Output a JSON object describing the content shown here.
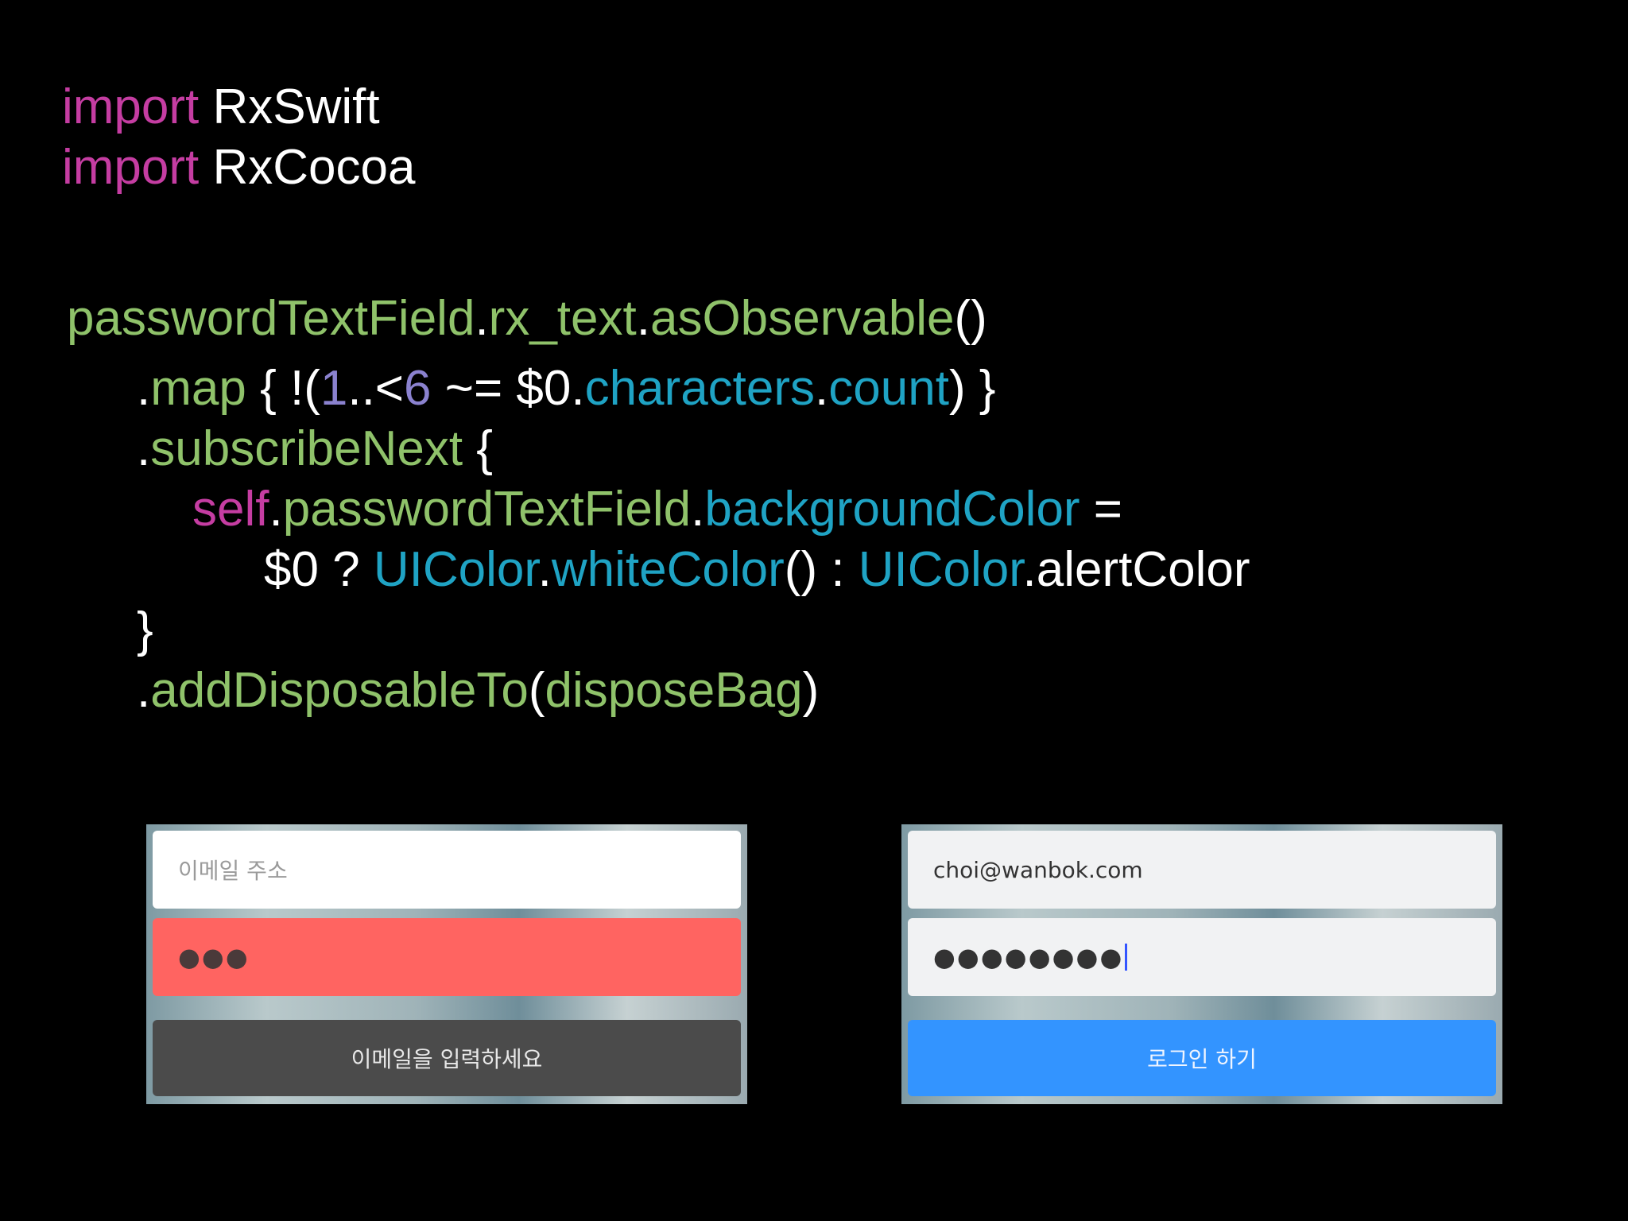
{
  "code": {
    "line1": {
      "keyword": "import",
      "module": " RxSwift"
    },
    "line2": {
      "keyword": "import",
      "module": " RxCocoa"
    },
    "line3": {
      "target": "passwordTextField",
      "dot1": ".",
      "method": "rx_text",
      "dot2": ".",
      "call": "asObservable",
      "parens": "()"
    },
    "line4": {
      "dot": ".",
      "method": "map",
      "open": " { !(",
      "num1": "1",
      "range": "..<",
      "num2": "6",
      "op": " ~= $0.",
      "prop1": "characters",
      "dot2": ".",
      "prop2": "count",
      "close": ") }"
    },
    "line5": {
      "dot": ".",
      "method": "subscribeNext",
      "brace": " {"
    },
    "line6": {
      "self": "self",
      "dot1": ".",
      "target": "passwordTextField",
      "dot2": ".",
      "prop": "backgroundColor",
      "eq": " ="
    },
    "line7": {
      "cond": "$0 ? ",
      "type1": "UIColor",
      "dot1": ".",
      "method1": "whiteColor",
      "mid": "() : ",
      "type2": "UIColor",
      "rest": ".alertColor"
    },
    "line8": {
      "brace": "}"
    },
    "line9": {
      "dot": ".",
      "method": "addDisposableTo",
      "open": "(",
      "arg": "disposeBag",
      "close": ")"
    }
  },
  "left_panel": {
    "email_placeholder": "이메일 주소",
    "password_dots": "●●●",
    "password_state": "alert",
    "button_label": "이메일을 입력하세요"
  },
  "right_panel": {
    "email_value": "choi@wanbok.com",
    "password_dots": "●●●●●●●●",
    "password_state": "white",
    "button_label": "로그인 하기"
  },
  "colors": {
    "background": "#000000",
    "keyword": "#c53da2",
    "function": "#8fc26a",
    "property": "#1fa3c4",
    "number": "#8b82cf",
    "alert": "#ff6461",
    "disabled_button": "#4b4b4b",
    "login_button": "#3394ff"
  }
}
